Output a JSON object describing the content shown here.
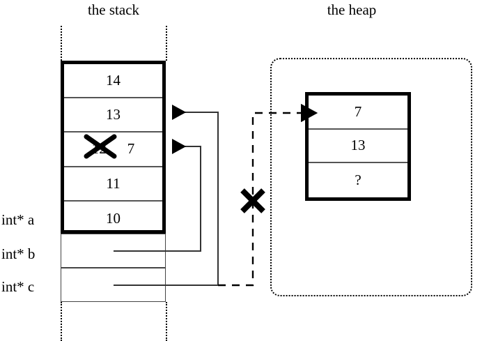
{
  "diagram": {
    "stack": {
      "title": "the stack",
      "array_cells": [
        {
          "value": "14",
          "struck": false
        },
        {
          "value": "13",
          "struck": false
        },
        {
          "value": "12",
          "struck": true,
          "replacement": "7"
        },
        {
          "value": "11",
          "struck": false
        },
        {
          "value": "10",
          "struck": false
        }
      ],
      "variables": [
        {
          "label": "int* a",
          "kind": "array-base"
        },
        {
          "label": "int* b",
          "kind": "pointer"
        },
        {
          "label": "int* c",
          "kind": "pointer"
        }
      ]
    },
    "heap": {
      "title": "the heap",
      "block_cells": [
        {
          "value": "7"
        },
        {
          "value": "13"
        },
        {
          "value": "?"
        }
      ]
    },
    "marks": {
      "invalidated_pointer_x": "×",
      "struck_value_x": "×"
    },
    "colors": {
      "ink": "#000000",
      "cell_rule": "#555555",
      "thin_border": "#444444",
      "background": "#ffffff"
    }
  }
}
